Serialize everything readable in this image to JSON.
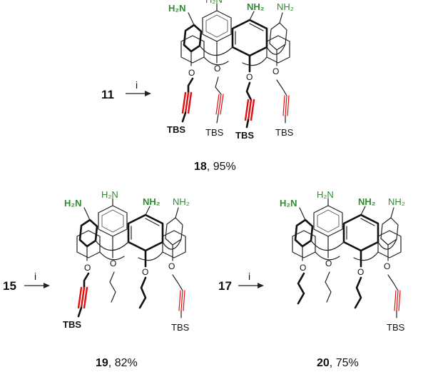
{
  "colors": {
    "amine": "#2e8b2e",
    "alkyne": "#e01010",
    "bond": "#222222"
  },
  "substituents": {
    "amine_a": "H₂N",
    "amine_b": "NH₂",
    "tbs": "TBS"
  },
  "reactions": [
    {
      "starting_material": "11",
      "reagent": "i",
      "product_number": "18",
      "yield_text": ", 95%"
    },
    {
      "starting_material": "15",
      "reagent": "i",
      "product_number": "19",
      "yield_text": ", 82%"
    },
    {
      "starting_material": "17",
      "reagent": "i",
      "product_number": "20",
      "yield_text": ", 75%"
    }
  ]
}
